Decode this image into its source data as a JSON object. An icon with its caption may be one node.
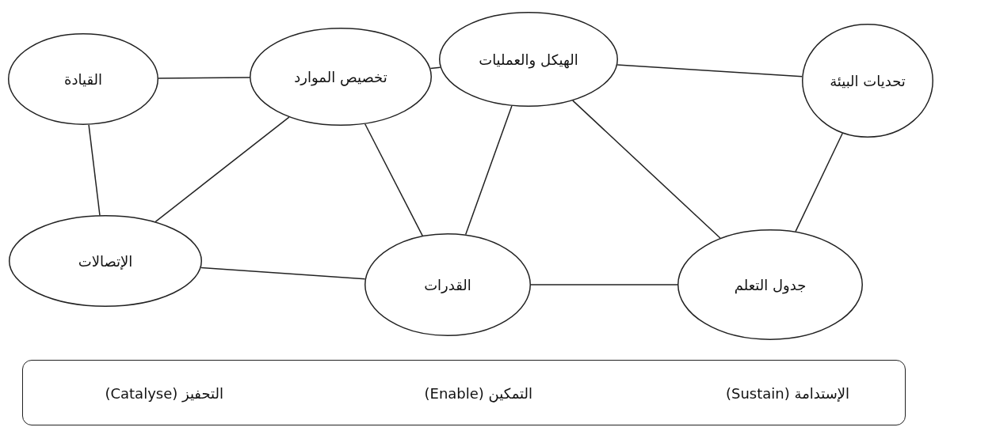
{
  "diagram": {
    "nodes": [
      {
        "text": [
          "القيادة"
        ]
      },
      {
        "text": [
          "تخصيص الموارد"
        ]
      },
      {
        "text": [
          "الهيكل والعمليات"
        ]
      },
      {
        "text": [
          "تحديات البيئة"
        ]
      },
      {
        "text": [
          "الإتصالات"
        ]
      },
      {
        "text": [
          "القدرات"
        ]
      },
      {
        "text": [
          "جدول التعلم"
        ]
      },
      {
        "text": [
          "الإستدامة (Sustain)",
          "التمكين (Enable)",
          "التحفيز (Catalyse)"
        ]
      }
    ],
    "edges": [
      {
        "from": 0,
        "to": 1,
        "arrow": "none"
      },
      {
        "from": 1,
        "to": 2,
        "arrow": "none"
      },
      {
        "from": 2,
        "to": 3,
        "arrow": "none"
      },
      {
        "from": 0,
        "to": 4,
        "arrow": "none"
      },
      {
        "from": 1,
        "to": 4,
        "arrow": "none"
      },
      {
        "from": 1,
        "to": 5,
        "arrow": "none"
      },
      {
        "from": 2,
        "to": 5,
        "arrow": "none"
      },
      {
        "from": 2,
        "to": 6,
        "arrow": "none"
      },
      {
        "from": 3,
        "to": 6,
        "arrow": "none"
      },
      {
        "from": 4,
        "to": 5,
        "arrow": "none"
      },
      {
        "from": 5,
        "to": 6,
        "arrow": "none"
      }
    ]
  }
}
